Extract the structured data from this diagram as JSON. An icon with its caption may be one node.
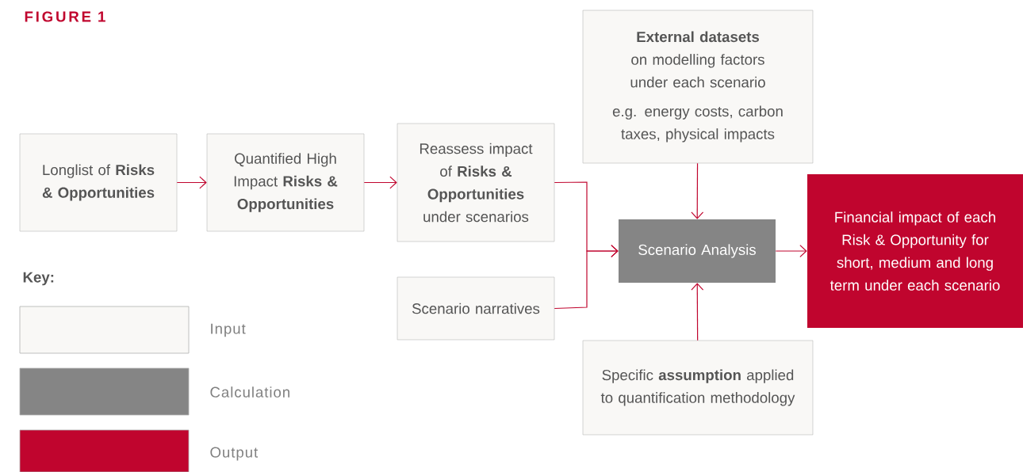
{
  "diagram": {
    "title": "FIGURE 1",
    "nodes": [
      {
        "text": [
          "Longlist of **Risks & Opportunities**"
        ]
      },
      {
        "text": [
          "Quantified High Impact **Risks & Opportunities**"
        ]
      },
      {
        "text": [
          "Reassess impact of **Risks & Opportunities** under scenarios"
        ]
      },
      {
        "text": [
          "**External datasets** on modelling factors under each scenario",
          "e.g. energy costs, carbon taxes, physical impacts"
        ]
      },
      {
        "text": [
          "Scenario narratives"
        ]
      },
      {
        "text": [
          "Scenario Analysis"
        ]
      },
      {
        "text": [
          "Financial impact of each Risk & Opportunity for short, medium and long term under each scenario"
        ]
      },
      {
        "text": [
          "Specific **assumption** applied to quantification methodology"
        ]
      }
    ],
    "edges": [
      {
        "from": 0,
        "to": 1,
        "arrow": "to"
      },
      {
        "from": 1,
        "to": 2,
        "arrow": "to"
      },
      {
        "from": 2,
        "to": 5,
        "arrow": "to"
      },
      {
        "from": 4,
        "to": 5,
        "arrow": "to"
      },
      {
        "from": 3,
        "to": 5,
        "arrow": "to"
      },
      {
        "from": 7,
        "to": 5,
        "arrow": "to"
      },
      {
        "from": 5,
        "to": 6,
        "arrow": "to"
      }
    ],
    "labels": [
      "Key:"
    ],
    "legend": [
      {
        "text": "Input",
        "color": "#f9f8f6"
      },
      {
        "text": "Calculation",
        "color": "#858585"
      },
      {
        "text": "Output",
        "color": "#c0052e"
      }
    ]
  }
}
